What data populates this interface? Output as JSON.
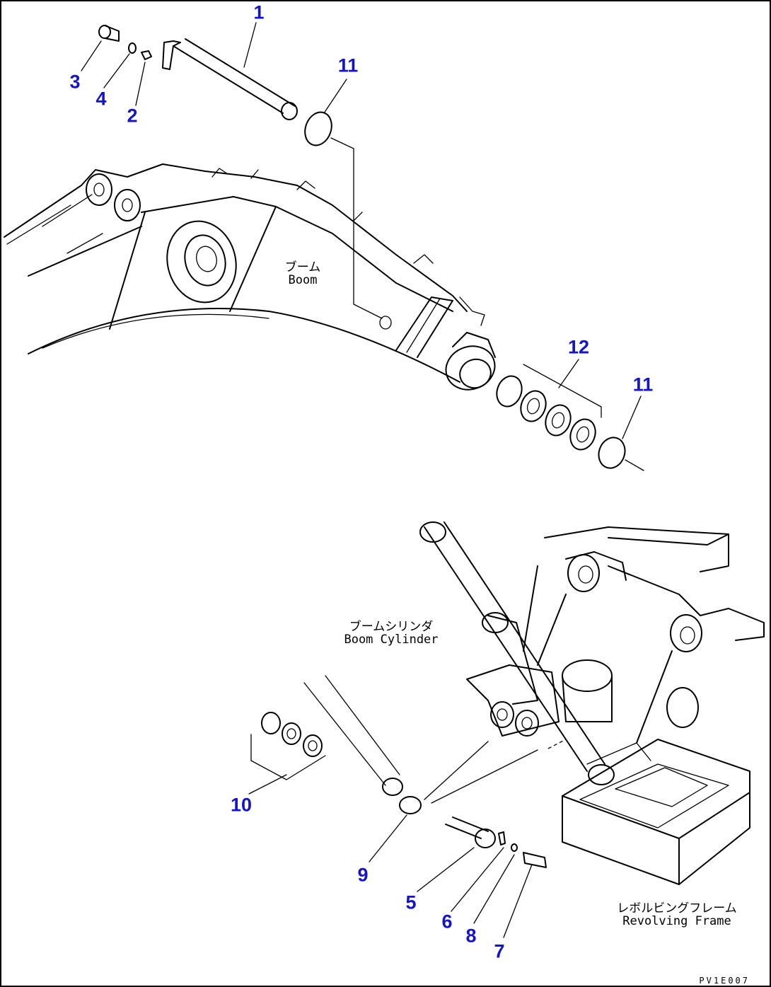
{
  "callouts": [
    {
      "id": "c1",
      "text": "1"
    },
    {
      "id": "c2",
      "text": "2"
    },
    {
      "id": "c3",
      "text": "3"
    },
    {
      "id": "c4",
      "text": "4"
    },
    {
      "id": "c11a",
      "text": "11"
    },
    {
      "id": "c12",
      "text": "12"
    },
    {
      "id": "c11b",
      "text": "11"
    },
    {
      "id": "c10",
      "text": "10"
    },
    {
      "id": "c9",
      "text": "9"
    },
    {
      "id": "c5",
      "text": "5"
    },
    {
      "id": "c6",
      "text": "6"
    },
    {
      "id": "c8",
      "text": "8"
    },
    {
      "id": "c7",
      "text": "7"
    }
  ],
  "labels": {
    "boom": {
      "jp": "ブーム",
      "en": "Boom"
    },
    "boom_cylinder": {
      "jp": "ブームシリンダ",
      "en": "Boom Cylinder"
    },
    "revolving_frame": {
      "jp": "レボルビングフレーム",
      "en": "Revolving Frame"
    }
  },
  "drawing_code": "PV1E007",
  "colors": {
    "callout": "#1515c8",
    "line": "#000000",
    "background": "#ffffff"
  }
}
